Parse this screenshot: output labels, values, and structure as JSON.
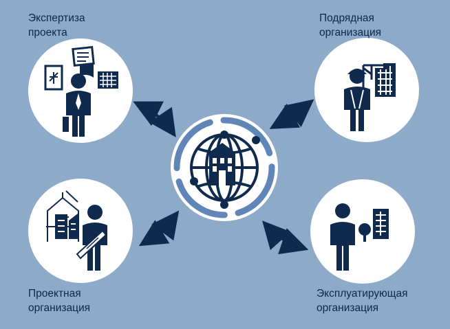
{
  "labels": {
    "expertise": {
      "line1": "Экспертиза",
      "line2": "проекта"
    },
    "contractor": {
      "line1": "Подрядная",
      "line2": "организация"
    },
    "design": {
      "line1": "Проектная",
      "line2": "организация"
    },
    "operating": {
      "line1": "Эксплуатирующая",
      "line2": "организация"
    }
  },
  "colors": {
    "background": "#8EAAC9",
    "circle_fill": "#FFFFFF",
    "icon_navy": "#0F2A4D",
    "ring": "#5F86B7",
    "text": "#0E2647"
  },
  "icons": {
    "center": "globe-with-building-icon",
    "expertise": "expert-with-documents-icon",
    "contractor": "construction-worker-crane-icon",
    "design": "architect-with-blueprint-icon",
    "operating": "person-with-building-tree-icon",
    "arrows": "double-headed-arrow-icon"
  }
}
